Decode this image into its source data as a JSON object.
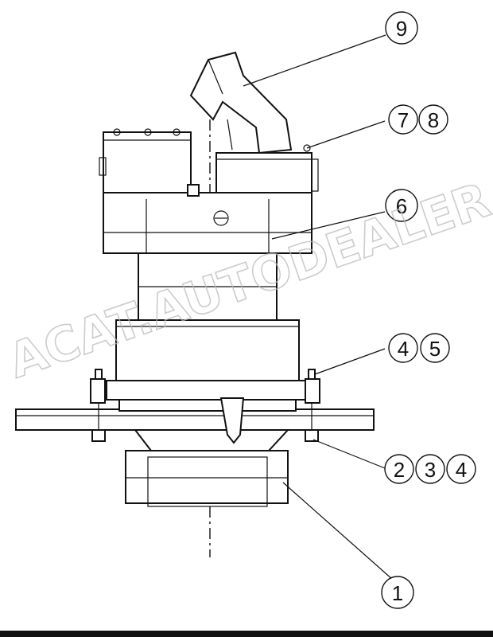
{
  "watermark": "ACAT.AUTODEALER.RU",
  "callouts": [
    {
      "id": "c9",
      "label": "9"
    },
    {
      "id": "c7",
      "label": "7"
    },
    {
      "id": "c8",
      "label": "8"
    },
    {
      "id": "c6",
      "label": "6"
    },
    {
      "id": "c4a",
      "label": "4"
    },
    {
      "id": "c5",
      "label": "5"
    },
    {
      "id": "c2",
      "label": "2"
    },
    {
      "id": "c3",
      "label": "3"
    },
    {
      "id": "c4b",
      "label": "4"
    },
    {
      "id": "c1",
      "label": "1"
    }
  ],
  "colors": {
    "line": "#111111",
    "background": "#ffffff",
    "watermark": "#bbbbbb"
  }
}
